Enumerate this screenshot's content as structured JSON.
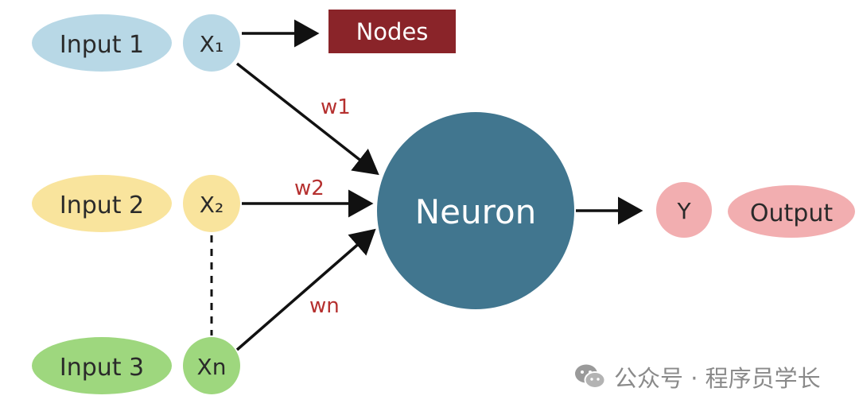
{
  "inputs": [
    {
      "label": "Input 1",
      "var": "X₁",
      "color": "#b8d8e6"
    },
    {
      "label": "Input 2",
      "var": "X₂",
      "color": "#f9e49d"
    },
    {
      "label": "Input 3",
      "var": "Xn",
      "color": "#9ed77e"
    }
  ],
  "weights": [
    "w1",
    "w2",
    "wn"
  ],
  "nodes_label": "Nodes",
  "neuron_label": "Neuron",
  "output": {
    "var": "Y",
    "label": "Output"
  },
  "watermark": {
    "icon": "wechat-icon",
    "text": "公众号 · 程序员学长"
  },
  "colors": {
    "neuron": "#41768f",
    "nodes_box": "#8a2429",
    "output": "#f2aeb0",
    "weight_text": "#b5302f",
    "arrow": "#111111"
  }
}
